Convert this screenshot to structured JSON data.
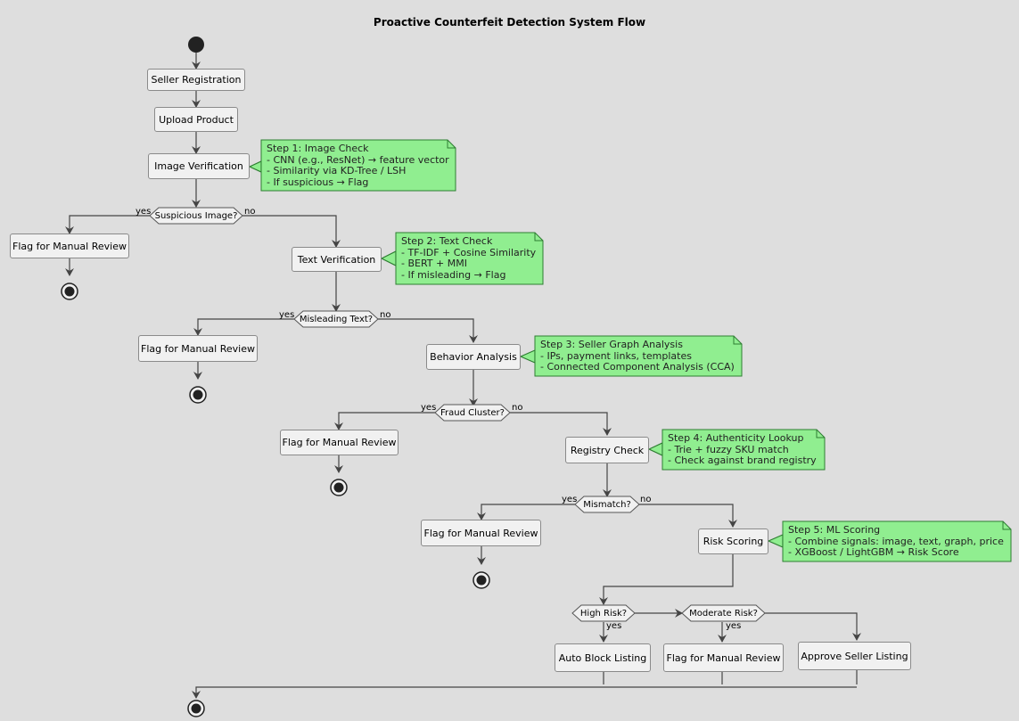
{
  "title": "Proactive Counterfeit Detection System Flow",
  "nodes": {
    "seller_registration": "Seller Registration",
    "upload_product": "Upload Product",
    "image_verification": "Image Verification",
    "flag_review_1": "Flag for Manual Review",
    "text_verification": "Text Verification",
    "flag_review_2": "Flag for Manual Review",
    "behavior_analysis": "Behavior Analysis",
    "flag_review_3": "Flag for Manual Review",
    "registry_check": "Registry Check",
    "flag_review_4": "Flag for Manual Review",
    "risk_scoring": "Risk Scoring",
    "auto_block": "Auto Block Listing",
    "flag_review_5": "Flag for Manual Review",
    "approve_listing": "Approve Seller Listing"
  },
  "decisions": {
    "suspicious_image": "Suspicious Image?",
    "misleading_text": "Misleading Text?",
    "fraud_cluster": "Fraud Cluster?",
    "mismatch": "Mismatch?",
    "high_risk": "High Risk?",
    "moderate_risk": "Moderate Risk?"
  },
  "branch_labels": {
    "yes": "yes",
    "no": "no"
  },
  "notes": {
    "step1": [
      "Step 1: Image Check",
      "- CNN (e.g., ResNet) → feature vector",
      "- Similarity via KD-Tree / LSH",
      "- If suspicious → Flag"
    ],
    "step2": [
      "Step 2: Text Check",
      "- TF-IDF + Cosine Similarity",
      "- BERT + MMI",
      "- If misleading → Flag"
    ],
    "step3": [
      "Step 3: Seller Graph Analysis",
      "- IPs, payment links, templates",
      "- Connected Component Analysis (CCA)"
    ],
    "step4": [
      "Step 4: Authenticity Lookup",
      "- Trie + fuzzy SKU match",
      "- Check against brand registry"
    ],
    "step5": [
      "Step 5: ML Scoring",
      "- Combine signals: image, text, graph, price",
      "- XGBoost / LightGBM → Risk Score"
    ]
  },
  "colors": {
    "background": "#dedede",
    "node_fill": "#f1f1f1",
    "node_border": "#8a8a8a",
    "note_fill": "#90ee90",
    "note_border": "#2e7d32",
    "edge": "#444444"
  }
}
